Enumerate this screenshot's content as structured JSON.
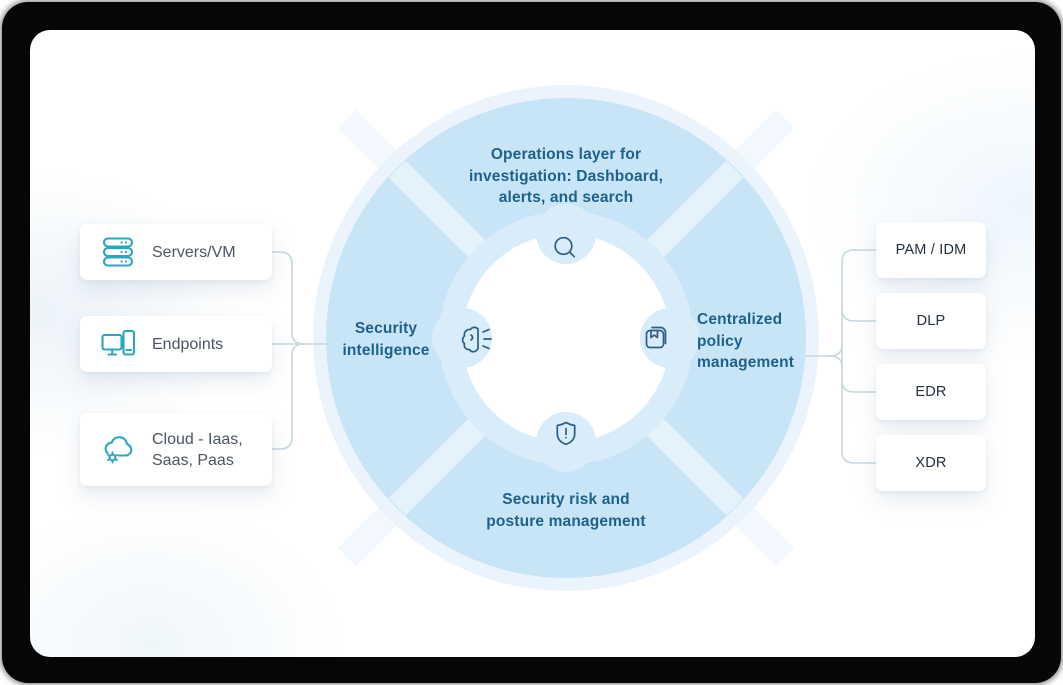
{
  "diagram": {
    "title_hidden": "",
    "center_wheel": {
      "quadrants": [
        {
          "position": "top",
          "label": "Operations layer for investigation: Dashboard, alerts, and search",
          "lines": [
            "Operations layer for",
            "investigation: Dashboard,",
            "alerts, and search"
          ],
          "icon": "search-icon"
        },
        {
          "position": "left",
          "label": "Security intelligence",
          "lines": [
            "Security",
            "intelligence"
          ],
          "icon": "brain-signal-icon"
        },
        {
          "position": "right",
          "label": "Centralized policy management",
          "lines": [
            "Centralized",
            "policy",
            "management"
          ],
          "icon": "policy-book-icon"
        },
        {
          "position": "bottom",
          "label": "Security risk and posture management",
          "lines": [
            "Security risk and",
            "posture management"
          ],
          "icon": "shield-alert-icon"
        }
      ]
    },
    "data_sources": [
      {
        "label": "Servers/VM",
        "icon": "server-stack-icon"
      },
      {
        "label": "Endpoints",
        "icon": "endpoint-devices-icon"
      },
      {
        "label": "Cloud - Iaas, Saas, Paas",
        "lines": [
          "Cloud - Iaas,",
          "Saas, Paas"
        ],
        "icon": "cloud-gear-icon"
      }
    ],
    "integrations": [
      {
        "label": "PAM / IDM"
      },
      {
        "label": "DLP"
      },
      {
        "label": "EDR"
      },
      {
        "label": "XDR"
      }
    ],
    "colors": {
      "wheel_ring": "#c8e4f7",
      "wheel_inner_ring": "#d9ecfa",
      "wheel_halo": "#ebf4fc",
      "quadrant_divider": "rgba(255,255,255,0.5)",
      "quadrant_label_text": "#1e6189",
      "center_icon_stroke": "#2d5f86",
      "source_card_icon": "#2ca6c0",
      "source_card_text": "#4b5563",
      "integration_card_text": "#24303e",
      "connector_line": "#c6d8de",
      "frame": "#060606"
    }
  }
}
